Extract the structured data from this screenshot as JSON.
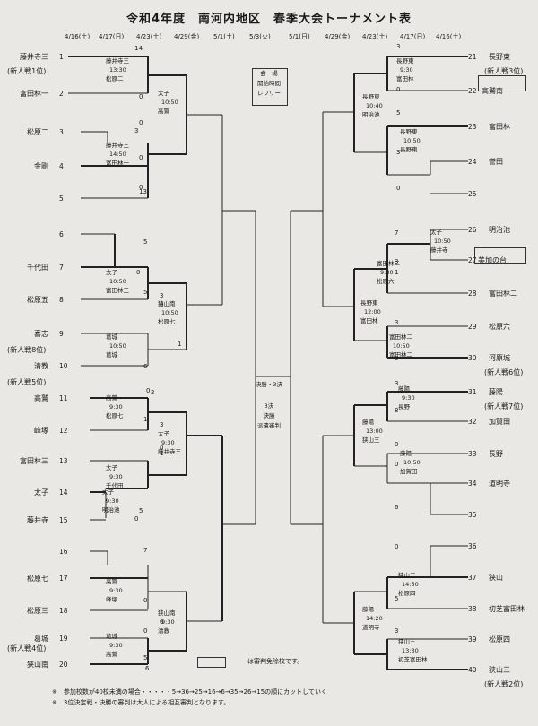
{
  "title": "令和4年度　南河内地区　春季大会トーナメント表",
  "dates_left": [
    "4/16(土)",
    "4/17(日)",
    "4/23(土)",
    "4/29(金)",
    "5/1(土)",
    "5/3(火)"
  ],
  "dates_right": [
    "5/1(日)",
    "4/29(金)",
    "4/23(土)",
    "4/17(日)",
    "4/16(土)"
  ],
  "legend": {
    "venue": "会　場",
    "time": "開始時間",
    "umpire": "レフリー"
  },
  "final": {
    "label": "決勝・3決",
    "l1": "3決",
    "l2": "決勝",
    "l3": "派遣審判"
  },
  "teams_left": [
    {
      "num": "1",
      "name": "藤井寺三",
      "note": "(新人戦1位)"
    },
    {
      "num": "2",
      "name": "富田林一",
      "note": ""
    },
    {
      "num": "3",
      "name": "松原二",
      "note": ""
    },
    {
      "num": "4",
      "name": "金剛",
      "note": ""
    },
    {
      "num": "5",
      "name": "",
      "note": ""
    },
    {
      "num": "6",
      "name": "",
      "note": ""
    },
    {
      "num": "7",
      "name": "千代田",
      "note": ""
    },
    {
      "num": "8",
      "name": "松原五",
      "note": ""
    },
    {
      "num": "9",
      "name": "喜志",
      "note": ""
    },
    {
      "num": "10",
      "name": "清教",
      "note": "(新人戦8位)"
    },
    {
      "num": "11",
      "name": "高鷲",
      "note": "(新人戦5位)"
    },
    {
      "num": "12",
      "name": "峰塚",
      "note": ""
    },
    {
      "num": "13",
      "name": "富田林三",
      "note": ""
    },
    {
      "num": "14",
      "name": "太子",
      "note": ""
    },
    {
      "num": "15",
      "name": "藤井寺",
      "note": ""
    },
    {
      "num": "16",
      "name": "",
      "note": ""
    },
    {
      "num": "17",
      "name": "松原七",
      "note": ""
    },
    {
      "num": "18",
      "name": "松原三",
      "note": ""
    },
    {
      "num": "19",
      "name": "葛城",
      "note": ""
    },
    {
      "num": "20",
      "name": "狭山南",
      "note": "(新人戦4位)"
    }
  ],
  "teams_right": [
    {
      "num": "21",
      "name": "長野東",
      "note": "(新人戦3位)"
    },
    {
      "num": "22",
      "name": "高鷲南",
      "note": ""
    },
    {
      "num": "23",
      "name": "富田林",
      "note": ""
    },
    {
      "num": "24",
      "name": "誉田",
      "note": ""
    },
    {
      "num": "25",
      "name": "",
      "note": ""
    },
    {
      "num": "26",
      "name": "明治池",
      "note": ""
    },
    {
      "num": "27",
      "name": "美加の台",
      "note": ""
    },
    {
      "num": "28",
      "name": "富田林二",
      "note": ""
    },
    {
      "num": "29",
      "name": "松原六",
      "note": ""
    },
    {
      "num": "30",
      "name": "河原城",
      "note": "(新人戦6位)"
    },
    {
      "num": "31",
      "name": "藤陽",
      "note": "(新人戦7位)"
    },
    {
      "num": "32",
      "name": "加賀田",
      "note": ""
    },
    {
      "num": "33",
      "name": "長野",
      "note": ""
    },
    {
      "num": "34",
      "name": "道明寺",
      "note": ""
    },
    {
      "num": "35",
      "name": "",
      "note": ""
    },
    {
      "num": "36",
      "name": "",
      "note": ""
    },
    {
      "num": "37",
      "name": "狭山",
      "note": ""
    },
    {
      "num": "38",
      "name": "初芝富田林",
      "note": ""
    },
    {
      "num": "39",
      "name": "松原四",
      "note": ""
    },
    {
      "num": "40",
      "name": "狭山三",
      "note": "(新人戦2位)"
    }
  ],
  "matches": [
    {
      "a": "藤井寺三",
      "t": "13:30",
      "b": "松原二"
    },
    {
      "a": "太子",
      "t": "10:50",
      "b": "高鷲"
    },
    {
      "a": "藤井寺三",
      "t": "14:50",
      "b": "富田林一"
    },
    {
      "a": "太子",
      "t": "10:50",
      "b": "富田林三"
    },
    {
      "a": "狭山南",
      "t": "10:50",
      "b": "松原七"
    },
    {
      "a": "葛城",
      "t": "10:50",
      "b": "葛城"
    },
    {
      "a": "高鷲",
      "t": "9:30",
      "b": "松原七"
    },
    {
      "a": "太子",
      "t": "9:30",
      "b": "藤井寺三"
    },
    {
      "a": "太子",
      "t": "9:30",
      "b": "千代田"
    },
    {
      "a": "太子",
      "t": "9:30",
      "b": "明治池"
    },
    {
      "a": "高鷲",
      "t": "9:30",
      "b": "峰塚"
    },
    {
      "a": "狭山南",
      "t": "9:30",
      "b": "清教"
    },
    {
      "a": "葛城",
      "t": "9:30",
      "b": "高鷲"
    },
    {
      "a": "長野東",
      "t": "9:30",
      "b": "富田林"
    },
    {
      "a": "長野東",
      "t": "10:40",
      "b": "明治池"
    },
    {
      "a": "長野東",
      "t": "10:50",
      "b": "長野東"
    },
    {
      "a": "太子",
      "t": "10:50",
      "b": "藤井寺"
    },
    {
      "a": "富田林二",
      "t": "9:30",
      "b": "松原六"
    },
    {
      "a": "長野東",
      "t": "12:00",
      "b": "富田林"
    },
    {
      "a": "富田林二",
      "t": "10:50",
      "b": "富田林二"
    },
    {
      "a": "藤陽",
      "t": "9:30",
      "b": "長野"
    },
    {
      "a": "藤陽",
      "t": "13:00",
      "b": "狭山三"
    },
    {
      "a": "藤陽",
      "t": "10:50",
      "b": "加賀田"
    },
    {
      "a": "狭山三",
      "t": "14:50",
      "b": "松原四"
    },
    {
      "a": "藤陽",
      "t": "14:20",
      "b": "道明寺"
    },
    {
      "a": "狭山三",
      "t": "13:30",
      "b": "初芝富田林"
    }
  ],
  "scores": [
    "14",
    "0",
    "0",
    "3",
    "0",
    "0",
    "13",
    "5",
    "5",
    "0",
    "3",
    "0",
    "1",
    "6",
    "0",
    "2",
    "1",
    "3",
    "0",
    "1",
    "5",
    "0",
    "7",
    "0",
    "0",
    "0",
    "5",
    "6",
    "3",
    "0",
    "5",
    "3",
    "0",
    "7",
    "3",
    "1",
    "3",
    "0",
    "3",
    "8",
    "0",
    "0",
    "6",
    "0",
    "5",
    "3"
  ],
  "footer": {
    "legend_text": "は審判免除校です。",
    "note1": "※　参加校数が40校未満の場合・・・・・5→36→25→16→6→35→26→15の順にカットしていく",
    "note2": "※　3位決定戦・決勝の審判は大人による相互審判となります。"
  }
}
